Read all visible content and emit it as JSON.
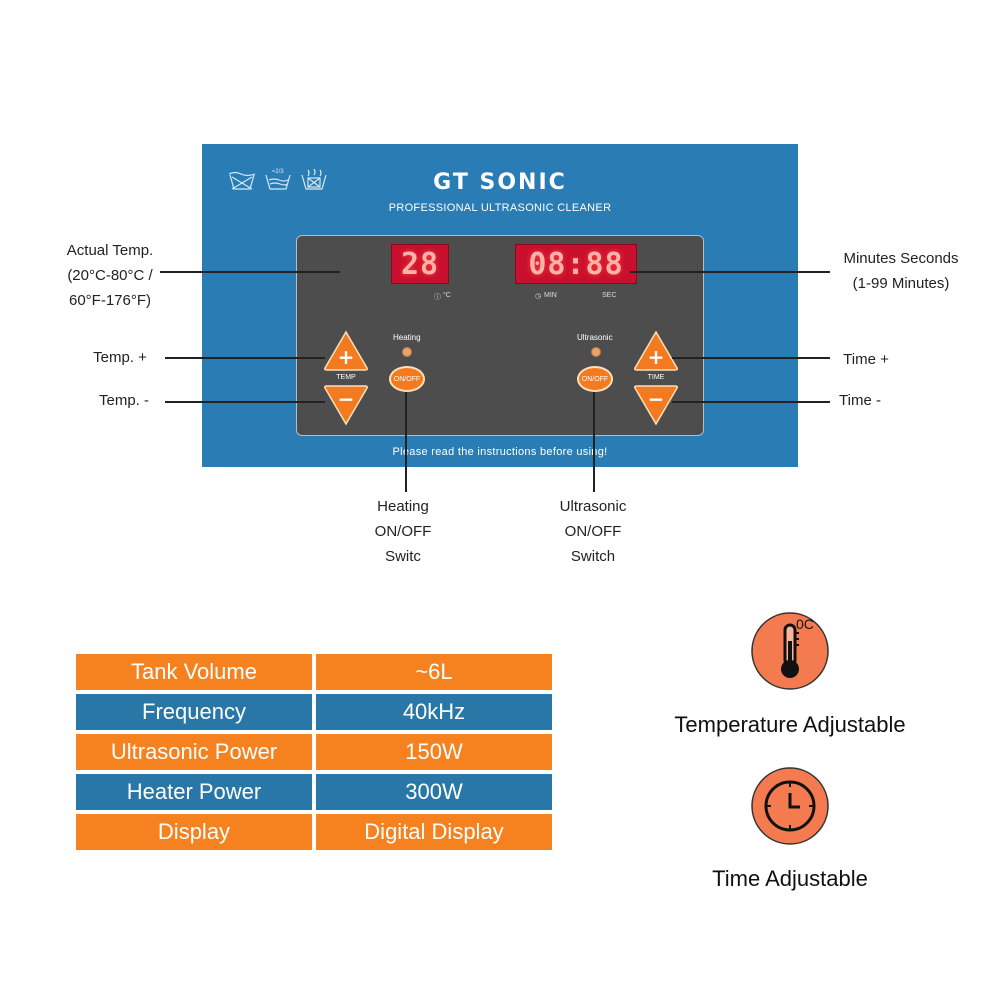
{
  "panel": {
    "brand": "GT SONIC",
    "tagline": "PROFESSIONAL ULTRASONIC CLEANER",
    "footer": "Please read the instructions before using!",
    "care_icon_mark": "≈2/3",
    "temp_display": {
      "value": "28",
      "unit": "°C"
    },
    "time_display": {
      "value": "08:88",
      "min_label": "MIN",
      "sec_label": "SEC"
    },
    "heating_label": "Heating",
    "ultrasonic_label": "Ultrasonic",
    "temp_caption": "TEMP",
    "time_caption": "TIME",
    "onoff_label": "ON/OFF",
    "colors": {
      "panel": "#2a7cb5",
      "face": "#4d4d4d",
      "led": "#c8102e",
      "button": "#f47a20"
    }
  },
  "callouts": {
    "actual_temp": [
      "Actual Temp.",
      "(20°C-80°C /",
      "60°F-176°F)"
    ],
    "minutes_seconds": [
      "Minutes Seconds",
      "(1-99 Minutes)"
    ],
    "temp_plus": "Temp. +",
    "temp_minus": "Temp. -",
    "time_plus": "Time +",
    "time_minus": "Time -",
    "heating_switch": [
      "Heating",
      "ON/OFF",
      "Switc"
    ],
    "ultrasonic_switch": [
      "Ultrasonic",
      "ON/OFF",
      "Switch"
    ]
  },
  "specs": [
    {
      "key": "Tank Volume",
      "value": "~6L",
      "color": "orange"
    },
    {
      "key": "Frequency",
      "value": "40kHz",
      "color": "blue"
    },
    {
      "key": "Ultrasonic Power",
      "value": "150W",
      "color": "orange"
    },
    {
      "key": "Heater Power",
      "value": "300W",
      "color": "blue"
    },
    {
      "key": "Display",
      "value": "Digital Display",
      "color": "orange"
    }
  ],
  "features": {
    "temperature": {
      "label": "Temperature Adjustable",
      "icon_text": "0C",
      "icon": "thermometer-icon"
    },
    "time": {
      "label": "Time Adjustable",
      "icon": "clock-icon"
    },
    "accent": "#f47a50"
  }
}
